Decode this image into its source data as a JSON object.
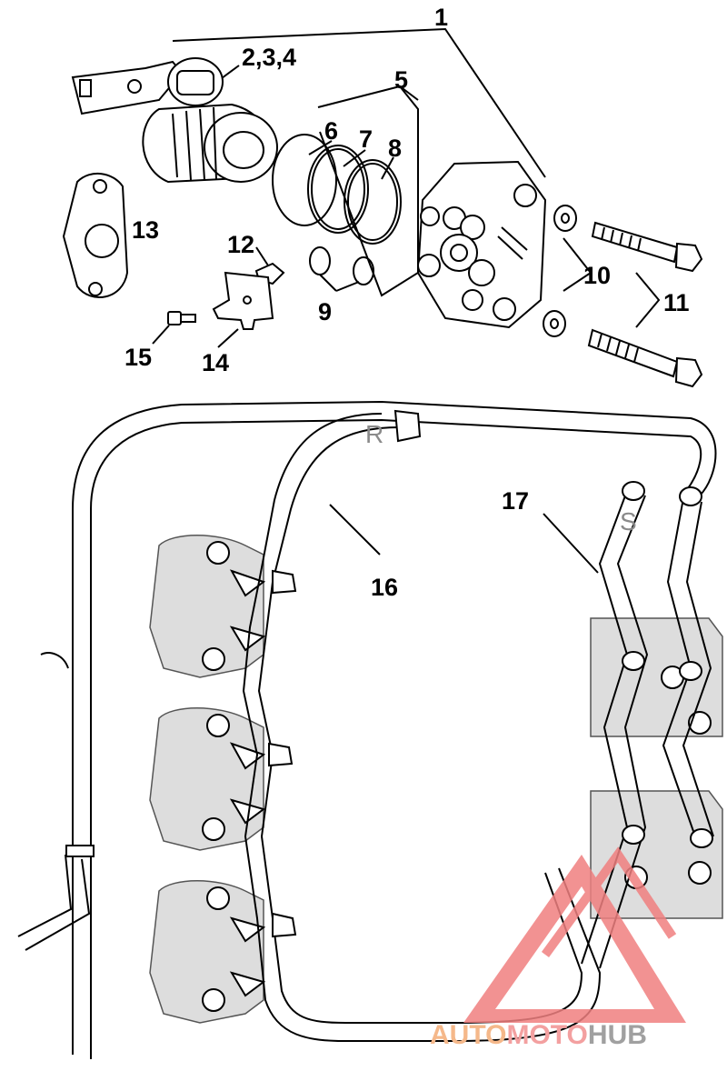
{
  "diagram": {
    "callouts": [
      {
        "id": "1",
        "text": "1"
      },
      {
        "id": "2",
        "text": "2,3,4"
      },
      {
        "id": "5",
        "text": "5"
      },
      {
        "id": "6",
        "text": "6"
      },
      {
        "id": "7",
        "text": "7"
      },
      {
        "id": "8",
        "text": "8"
      },
      {
        "id": "9",
        "text": "9"
      },
      {
        "id": "10",
        "text": "10"
      },
      {
        "id": "11",
        "text": "11"
      },
      {
        "id": "12",
        "text": "12"
      },
      {
        "id": "13",
        "text": "13"
      },
      {
        "id": "14",
        "text": "14"
      },
      {
        "id": "15",
        "text": "15"
      },
      {
        "id": "16",
        "text": "16"
      },
      {
        "id": "17",
        "text": "17"
      }
    ],
    "hose_letters": {
      "r": "R",
      "s": "S"
    }
  },
  "watermark": {
    "part1": "AUTO",
    "part2": "MOTO",
    "part3": "HUB",
    "color_auto": "#f5b88a",
    "color_moto": "#f3a0a0",
    "color_hub": "#a0a0a0",
    "triangle_color": "#f08080"
  }
}
